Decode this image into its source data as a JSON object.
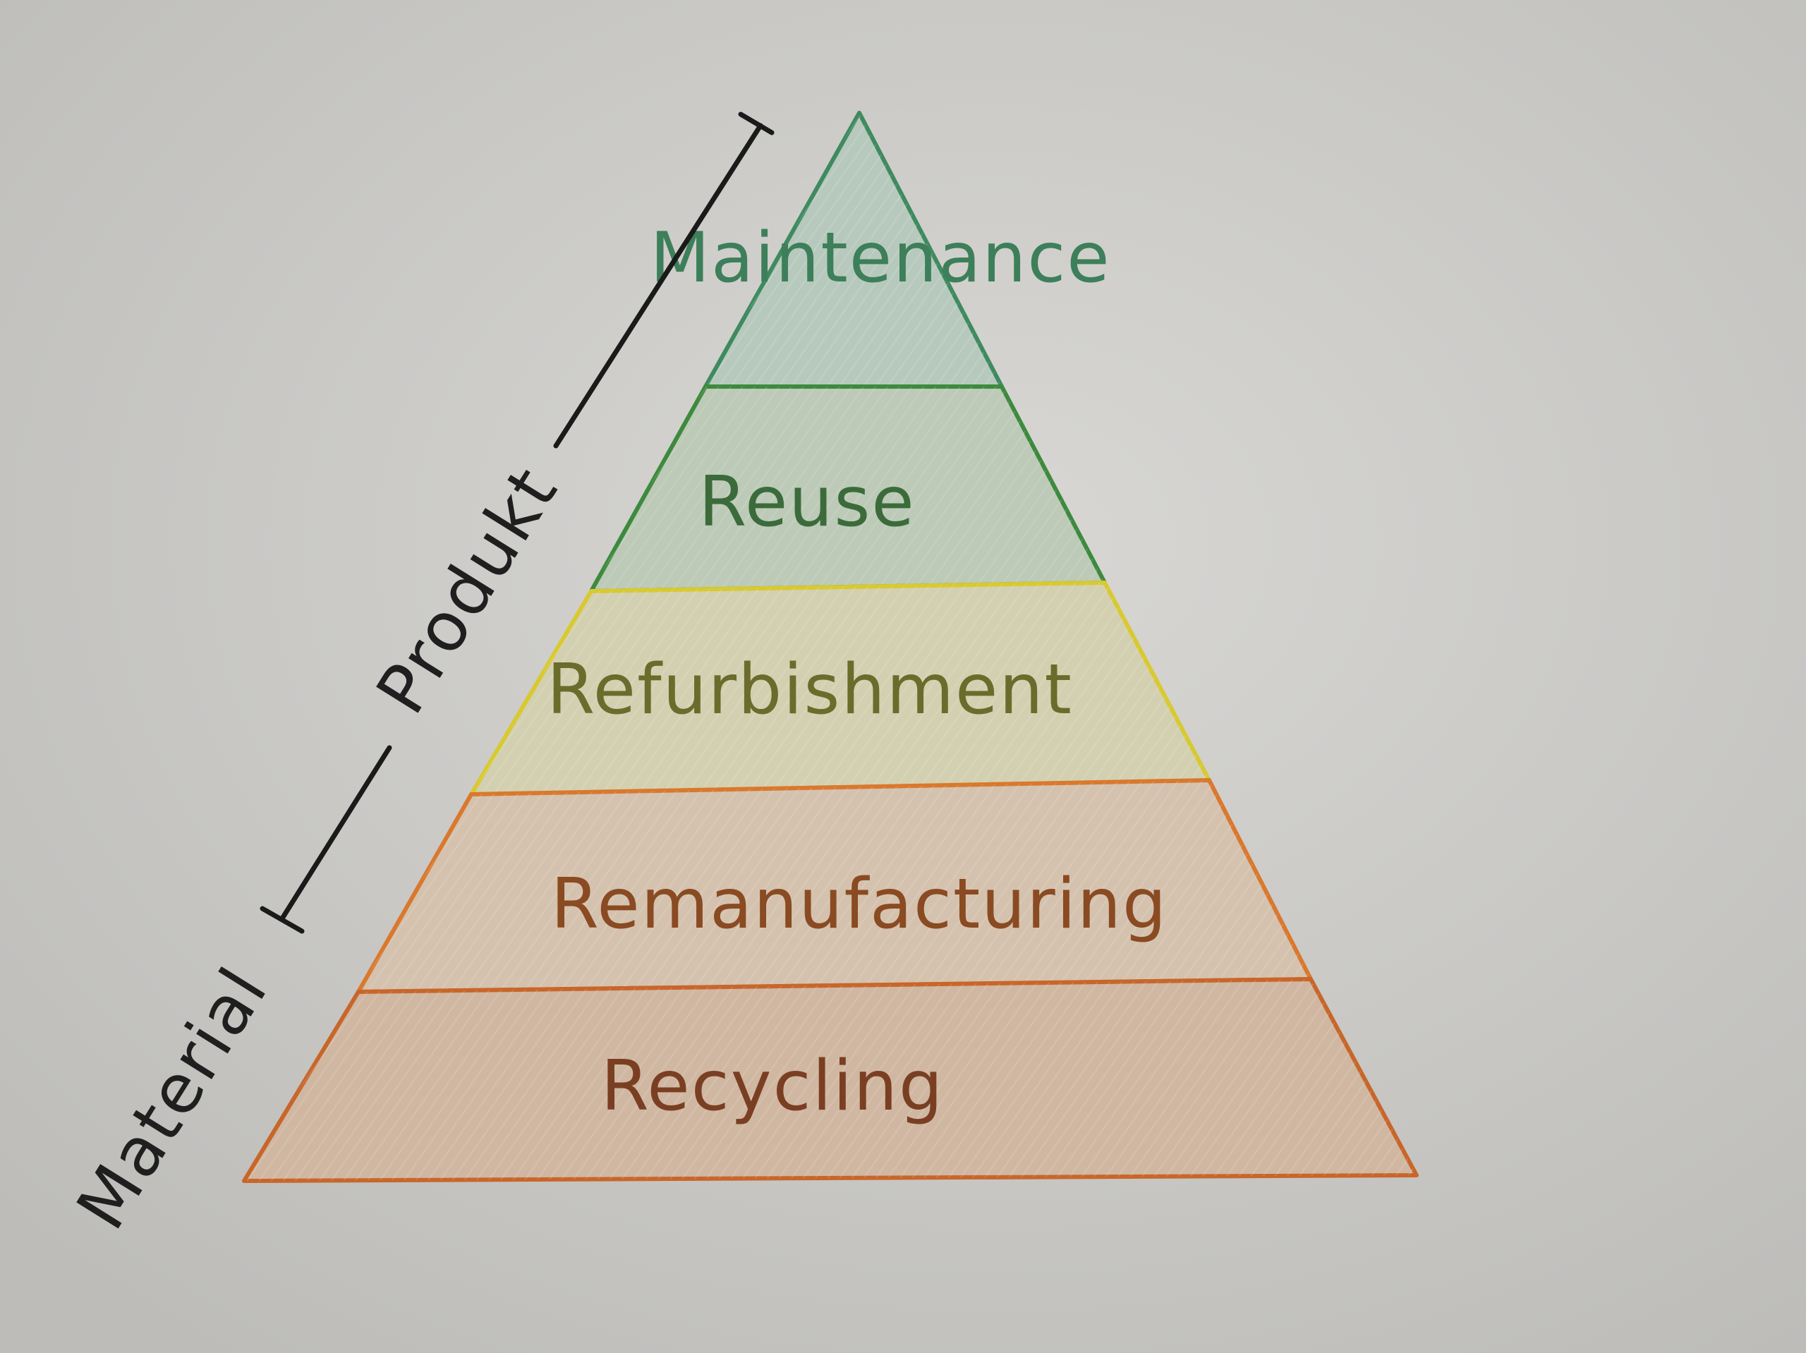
{
  "pyramid": {
    "tiers": [
      {
        "label": "Maintenance",
        "fill": "#b7c9bd",
        "stroke": "#3f8a60",
        "text_color": "#3d7f5a"
      },
      {
        "label": "Reuse",
        "fill": "#bccab7",
        "stroke": "#3d8a3e",
        "text_color": "#3b6b3a"
      },
      {
        "label": "Refurbishment",
        "fill": "#d3d0b1",
        "stroke": "#d8c930",
        "text_color": "#6b6b2c"
      },
      {
        "label": "Remanufacturing",
        "fill": "#d4c2ae",
        "stroke": "#d9782e",
        "text_color": "#8a4a22"
      },
      {
        "label": "Recycling",
        "fill": "#d0b7a2",
        "stroke": "#c8662a",
        "text_color": "#7a3f22"
      }
    ]
  },
  "annotations": {
    "produkt": "Produkt",
    "material": "Material",
    "bracket_color": "#1a1a1a"
  },
  "paper_color": "#cfcecb"
}
